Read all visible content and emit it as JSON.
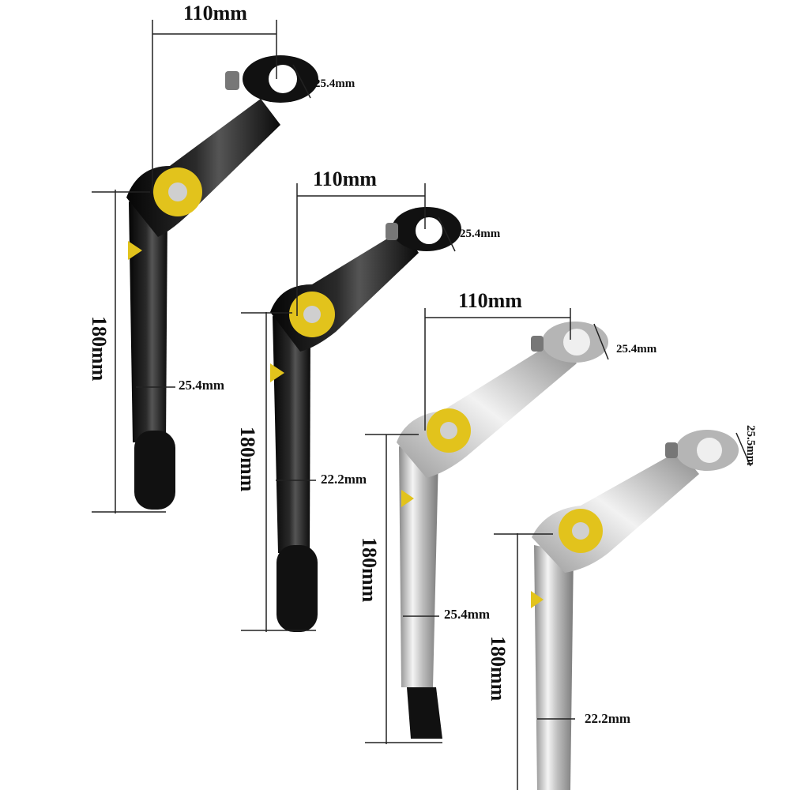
{
  "stems": [
    {
      "name": "black-stem-1",
      "color": "black",
      "reach_label": "110mm",
      "clamp_label": "25.4mm",
      "height_label": "180mm",
      "quill_label": "25.4mm"
    },
    {
      "name": "black-stem-2",
      "color": "black",
      "reach_label": "110mm",
      "clamp_label": "25.4mm",
      "height_label": "180mm",
      "quill_label": "22.2mm"
    },
    {
      "name": "silver-stem-1",
      "color": "silver",
      "reach_label": "110mm",
      "clamp_label": "25.4mm",
      "height_label": "180mm",
      "quill_label": "25.4mm"
    },
    {
      "name": "silver-stem-2",
      "color": "silver",
      "reach_label": "",
      "clamp_label": "25.5mm",
      "height_label": "180mm",
      "quill_label": "22.2mm"
    }
  ],
  "colors": {
    "black_finish": "#161616",
    "silver_finish": "#c9c9c9",
    "bolt_badge": "#e2c31c",
    "dimension_line": "#222222"
  }
}
